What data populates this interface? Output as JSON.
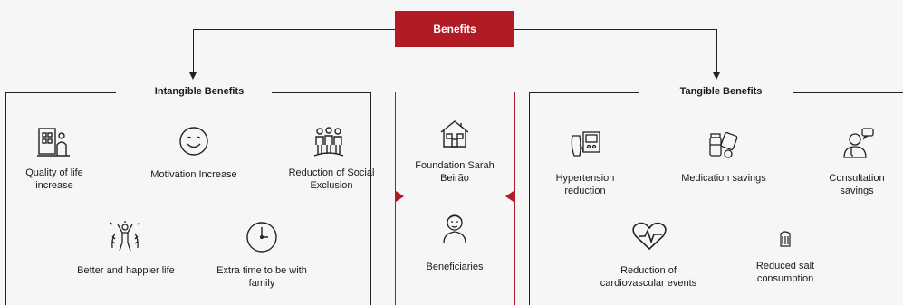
{
  "header": {
    "title": "Benefits"
  },
  "intangible": {
    "title": "Intangible Benefits",
    "items": [
      {
        "label": "Quality of life increase",
        "icon": "quality-of-life-icon"
      },
      {
        "label": "Motivation Increase",
        "icon": "smiley-face-icon"
      },
      {
        "label": "Reduction of Social Exclusion",
        "icon": "group-people-icon"
      },
      {
        "label": "Better and happier life",
        "icon": "happy-person-icon"
      },
      {
        "label": "Extra time to be with family",
        "icon": "clock-icon"
      }
    ]
  },
  "center": {
    "items": [
      {
        "label": "Foundation Sarah Beirão",
        "icon": "house-icon"
      },
      {
        "label": "Beneficiaries",
        "icon": "elderly-person-icon"
      }
    ]
  },
  "tangible": {
    "title": "Tangible Benefits",
    "items": [
      {
        "label": "Hypertension reduction",
        "icon": "blood-pressure-monitor-icon"
      },
      {
        "label": "Medication savings",
        "icon": "medication-icon"
      },
      {
        "label": "Consultation savings",
        "icon": "doctor-consultation-icon"
      },
      {
        "label": "Reduction of cardiovascular events",
        "icon": "heart-pulse-icon"
      },
      {
        "label": "Reduced salt consumption",
        "icon": "salt-shaker-icon"
      }
    ]
  },
  "colors": {
    "accent": "#b31b24",
    "line": "#222222",
    "background": "#f6f6f6"
  }
}
